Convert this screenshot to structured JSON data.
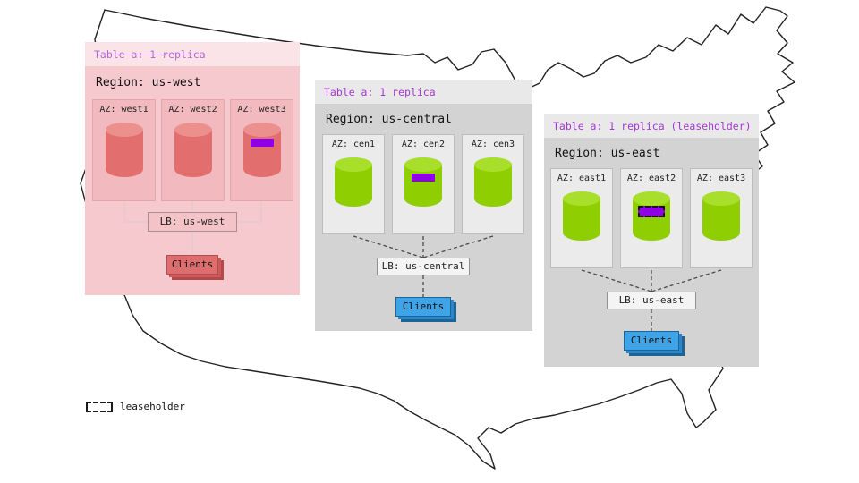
{
  "legend": {
    "label": "leaseholder"
  },
  "colors": {
    "accent_purple_text": "#a835d8",
    "replica_purple": "#8f00e6",
    "cylinder_green": "#8fce00",
    "cylinder_red": "#e26e6e",
    "clients_blue": "#3fa3e8",
    "region_gray": "#d3d3d3",
    "region_pink": "#f6c9ce"
  },
  "regions": {
    "west": {
      "table_label": "Table a: 1 replica",
      "table_struck_through": true,
      "region_label": "Region: us-west",
      "azs": [
        {
          "label": "AZ: west1",
          "replica": false
        },
        {
          "label": "AZ: west2",
          "replica": false
        },
        {
          "label": "AZ: west3",
          "replica": true
        }
      ],
      "lb_label": "LB: us-west",
      "clients_label": "Clients"
    },
    "central": {
      "table_label": "Table a: 1 replica",
      "table_struck_through": false,
      "region_label": "Region: us-central",
      "azs": [
        {
          "label": "AZ: cen1",
          "replica": false
        },
        {
          "label": "AZ: cen2",
          "replica": true
        },
        {
          "label": "AZ: cen3",
          "replica": false
        }
      ],
      "lb_label": "LB: us-central",
      "clients_label": "Clients"
    },
    "east": {
      "table_label": "Table a: 1 replica (leaseholder)",
      "table_struck_through": false,
      "region_label": "Region: us-east",
      "azs": [
        {
          "label": "AZ: east1",
          "replica": false
        },
        {
          "label": "AZ: east2",
          "replica": true,
          "leaseholder": true
        },
        {
          "label": "AZ: east3",
          "replica": false
        }
      ],
      "lb_label": "LB: us-east",
      "clients_label": "Clients"
    }
  }
}
